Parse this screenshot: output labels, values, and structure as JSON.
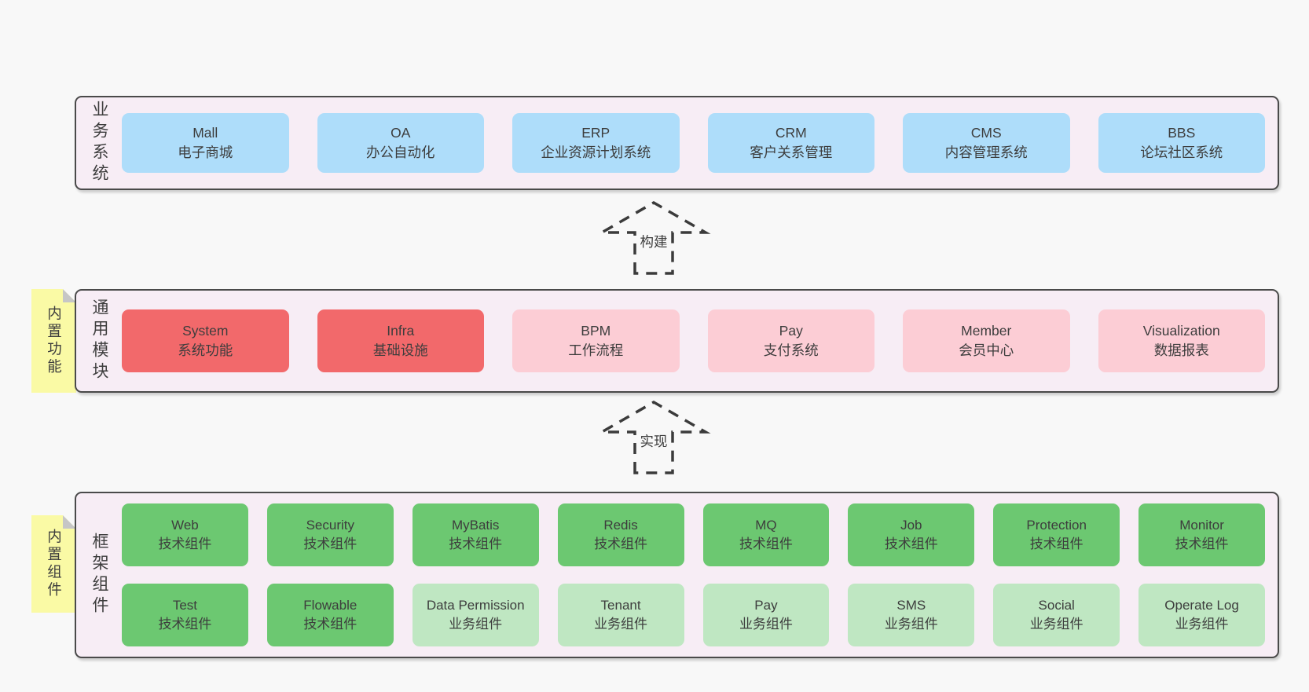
{
  "colors": {
    "page_bg": "#f8f8f8",
    "panel_bg": "#f7edf5",
    "panel_border": "#4a4a4a",
    "blue": "#aeddfa",
    "red": "#f2696b",
    "pink": "#fccdd5",
    "green": "#6cc871",
    "green_light": "#bfe7c2",
    "yellow": "#fafaa5",
    "fold": "#c6c6c6",
    "text": "#3d3d3d",
    "arrow": "#3b3b3b"
  },
  "sections": {
    "business": {
      "side_label": "业务系统",
      "boxes": [
        {
          "name": "Mall",
          "desc": "电子商城",
          "variant": "blue"
        },
        {
          "name": "OA",
          "desc": "办公自动化",
          "variant": "blue"
        },
        {
          "name": "ERP",
          "desc": "企业资源计划系统",
          "variant": "blue"
        },
        {
          "name": "CRM",
          "desc": "客户关系管理",
          "variant": "blue"
        },
        {
          "name": "CMS",
          "desc": "内容管理系统",
          "variant": "blue"
        },
        {
          "name": "BBS",
          "desc": "论坛社区系统",
          "variant": "blue"
        }
      ]
    },
    "modules": {
      "side_label": "通用模块",
      "tab": "内置功能",
      "boxes": [
        {
          "name": "System",
          "desc": "系统功能",
          "variant": "red"
        },
        {
          "name": "Infra",
          "desc": "基础设施",
          "variant": "red"
        },
        {
          "name": "BPM",
          "desc": "工作流程",
          "variant": "pink"
        },
        {
          "name": "Pay",
          "desc": "支付系统",
          "variant": "pink"
        },
        {
          "name": "Member",
          "desc": "会员中心",
          "variant": "pink"
        },
        {
          "name": "Visualization",
          "desc": "数据报表",
          "variant": "pink"
        }
      ]
    },
    "framework": {
      "side_label": "框架组件",
      "tab": "内置组件",
      "rows": [
        [
          {
            "name": "Web",
            "desc": "技术组件",
            "variant": "green"
          },
          {
            "name": "Security",
            "desc": "技术组件",
            "variant": "green"
          },
          {
            "name": "MyBatis",
            "desc": "技术组件",
            "variant": "green"
          },
          {
            "name": "Redis",
            "desc": "技术组件",
            "variant": "green"
          },
          {
            "name": "MQ",
            "desc": "技术组件",
            "variant": "green"
          },
          {
            "name": "Job",
            "desc": "技术组件",
            "variant": "green"
          },
          {
            "name": "Protection",
            "desc": "技术组件",
            "variant": "green"
          },
          {
            "name": "Monitor",
            "desc": "技术组件",
            "variant": "green"
          }
        ],
        [
          {
            "name": "Test",
            "desc": "技术组件",
            "variant": "green"
          },
          {
            "name": "Flowable",
            "desc": "技术组件",
            "variant": "green"
          },
          {
            "name": "Data Permission",
            "desc": "业务组件",
            "variant": "green-light"
          },
          {
            "name": "Tenant",
            "desc": "业务组件",
            "variant": "green-light"
          },
          {
            "name": "Pay",
            "desc": "业务组件",
            "variant": "green-light"
          },
          {
            "name": "SMS",
            "desc": "业务组件",
            "variant": "green-light"
          },
          {
            "name": "Social",
            "desc": "业务组件",
            "variant": "green-light"
          },
          {
            "name": "Operate Log",
            "desc": "业务组件",
            "variant": "green-light"
          }
        ]
      ]
    }
  },
  "arrows": [
    {
      "label": "构建"
    },
    {
      "label": "实现"
    }
  ]
}
